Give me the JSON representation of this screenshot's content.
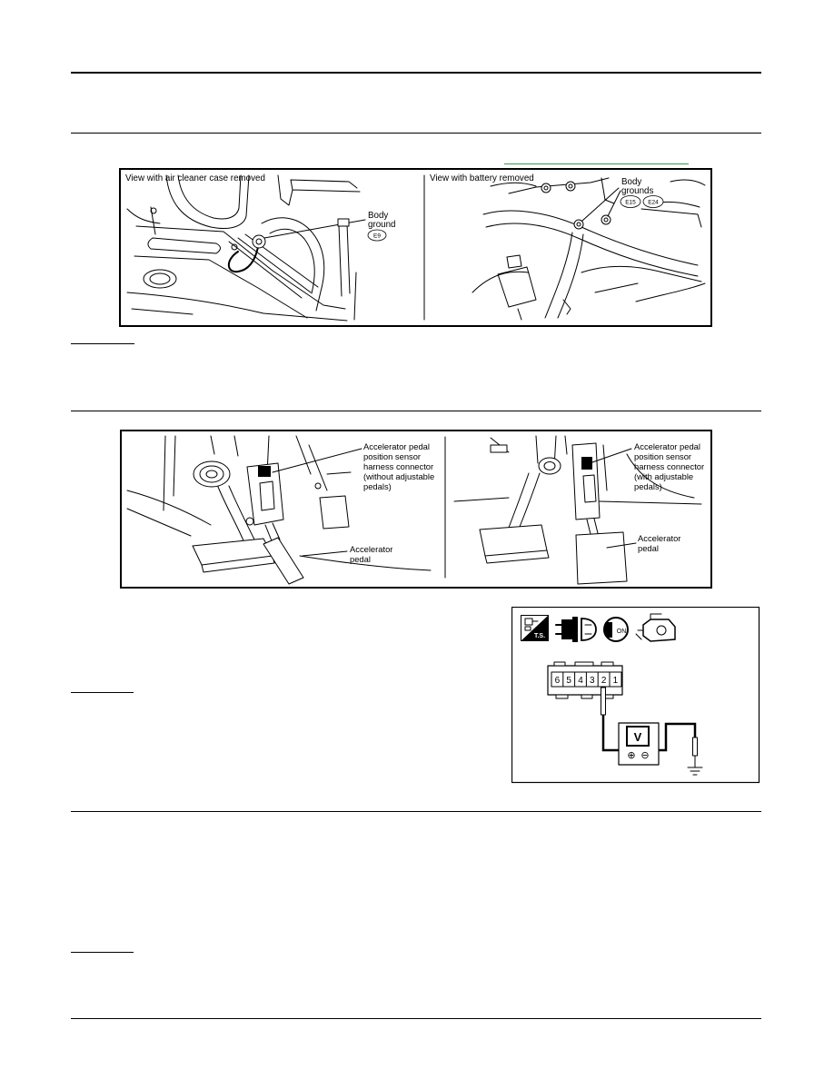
{
  "colors": {
    "ink": "#000000",
    "link": "#2f9e44",
    "paper": "#ffffff"
  },
  "ground_figure": {
    "left": {
      "caption": "View with air cleaner case removed",
      "label": [
        "Body",
        "ground"
      ],
      "connector": "E9"
    },
    "right": {
      "caption": "View with battery removed",
      "label": [
        "Body",
        "grounds"
      ],
      "connectors": [
        "E15",
        "E24"
      ]
    }
  },
  "pedal_figure": {
    "left": {
      "sensor_label": [
        "Accelerator pedal",
        "position sensor",
        "harness connector",
        "(without adjustable",
        "pedals)"
      ],
      "pedal_label": [
        "Accelerator",
        "pedal"
      ]
    },
    "right": {
      "sensor_label": [
        "Accelerator pedal",
        "position sensor",
        "harness connector",
        "(with adjustable",
        "pedals)"
      ],
      "pedal_label": [
        "Accelerator",
        "pedal"
      ]
    }
  },
  "voltage_check_figure": {
    "icons": {
      "tester": "tester-icon",
      "connector": "disconnect-connector-icon",
      "ignition": "ignition-key-on-icon",
      "engine": "engine-icon"
    },
    "tester_icon_text": "T.S.",
    "ignition_icon_text": "ON",
    "connector_pins": [
      "6",
      "5",
      "4",
      "3",
      "2",
      "1"
    ],
    "meter": {
      "label": "V",
      "positive": "⊕",
      "negative": "⊖"
    }
  }
}
